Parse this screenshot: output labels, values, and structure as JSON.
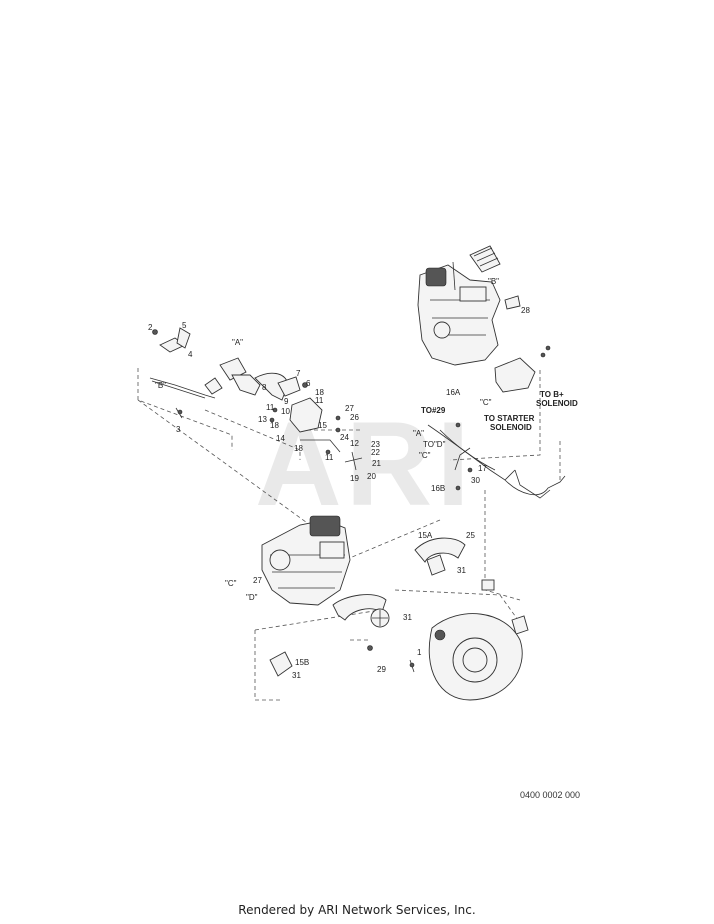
{
  "watermark": "ARI",
  "drawing_code": "0400 0002 000",
  "footer": "Rendered by ARI Network Services, Inc.",
  "callouts": {
    "c1": "1",
    "c2": "2",
    "c3": "3",
    "c4": "4",
    "c5": "5",
    "c6": "6",
    "c7": "7",
    "c8": "8",
    "c9": "9",
    "c10": "10",
    "c11a": "11",
    "c11b": "11",
    "c11c": "11",
    "c12": "12",
    "c13": "13",
    "c14": "14",
    "c15": "15",
    "c15a": "15A",
    "c15b": "15B",
    "c16a": "16A",
    "c16b": "16B",
    "c17": "17",
    "c18a": "18",
    "c18b": "18",
    "c18c": "18",
    "c19": "19",
    "c20": "20",
    "c21": "21",
    "c22": "22",
    "c23": "23",
    "c24": "24",
    "c25": "25",
    "c26": "26",
    "c27a": "27",
    "c27b": "27",
    "c28": "28",
    "c29": "29",
    "c30": "30",
    "c31a": "31",
    "c31b": "31",
    "c31c": "31"
  },
  "refs": {
    "a_top": "\"A\"",
    "a_left": "\"A\"",
    "b_top": "\"B\"",
    "b_left": "\"B\"",
    "c_wire": "\"C\"",
    "c_mid": "\"C\"",
    "c_engine": "\"C\"",
    "d_wire": "TO\"D\"",
    "d_engine": "\"D\""
  },
  "notes": {
    "to29": "TO#29",
    "to_starter_1": "TO STARTER",
    "to_starter_2": "SOLENOID",
    "to_b_1": "TO B+",
    "to_b_2": "SOLENOID"
  }
}
